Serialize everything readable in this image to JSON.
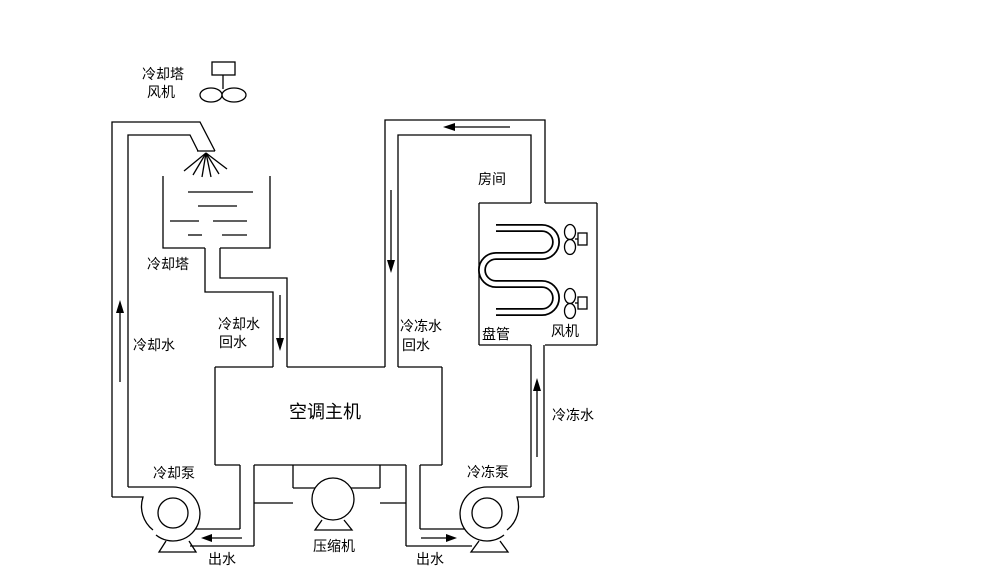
{
  "diagram": {
    "type": "hvac-chilled-water-system-schematic",
    "colors": {
      "line": "#000000",
      "background": "#ffffff"
    },
    "labels": {
      "cooling_tower_fan_line1": "冷却塔",
      "cooling_tower_fan_line2": "风机",
      "cooling_tower": "冷却塔",
      "cooling_water_supply": "冷却水",
      "cooling_water_return_line1": "冷却水",
      "cooling_water_return_line2": "回水",
      "chilled_water_return_line1": "冷冻水",
      "chilled_water_return_line2": "回水",
      "room": "房间",
      "coil": "盘管",
      "coil_fan": "风机",
      "chilled_water_supply": "冷冻水",
      "main_unit": "空调主机",
      "cooling_pump": "冷却泵",
      "chilled_pump": "冷冻泵",
      "compressor": "压缩机",
      "outlet_left": "出水",
      "outlet_right": "出水"
    },
    "flow_arrows": [
      {
        "name": "cooling-water-up",
        "direction": "up"
      },
      {
        "name": "cooling-return-down",
        "direction": "down"
      },
      {
        "name": "chilled-return-down",
        "direction": "down"
      },
      {
        "name": "room-loop-left",
        "direction": "left"
      },
      {
        "name": "chilled-water-up",
        "direction": "up"
      },
      {
        "name": "cooling-outlet-left",
        "direction": "left"
      },
      {
        "name": "chilled-outlet-right",
        "direction": "right"
      }
    ]
  }
}
